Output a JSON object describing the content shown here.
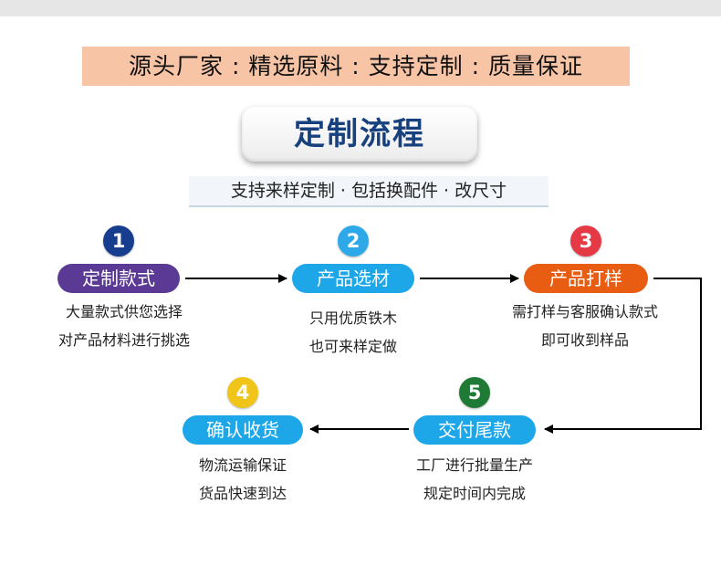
{
  "banner": "源头厂家 : 精选原料 : 支持定制 : 质量保证",
  "title": "定制流程",
  "subtitle": "支持来样定制 · 包括换配件 · 改尺寸",
  "colors": {
    "step1": "#5a3a95",
    "step2": "#1da7e9",
    "step3": "#e85d12",
    "step4": "#1da7e9",
    "step5": "#1da7e9",
    "num1": "#173e8e",
    "num2": "#2da9ea",
    "num3": "#e53946",
    "num4": "#f0c419",
    "num5": "#1f7a36"
  },
  "steps": [
    {
      "num": "1",
      "label": "定制款式",
      "desc": [
        "大量款式供您选择",
        "对产品材料进行挑选"
      ]
    },
    {
      "num": "2",
      "label": "产品选材",
      "desc": [
        "只用优质铁木",
        "也可来样定做"
      ]
    },
    {
      "num": "3",
      "label": "产品打样",
      "desc": [
        "需打样与客服确认款式",
        "即可收到样品"
      ]
    },
    {
      "num": "4",
      "label": "确认收货",
      "desc": [
        "物流运输保证",
        "货品快速到达"
      ]
    },
    {
      "num": "5",
      "label": "交付尾款",
      "desc": [
        "工厂进行批量生产",
        "规定时间内完成"
      ]
    }
  ]
}
